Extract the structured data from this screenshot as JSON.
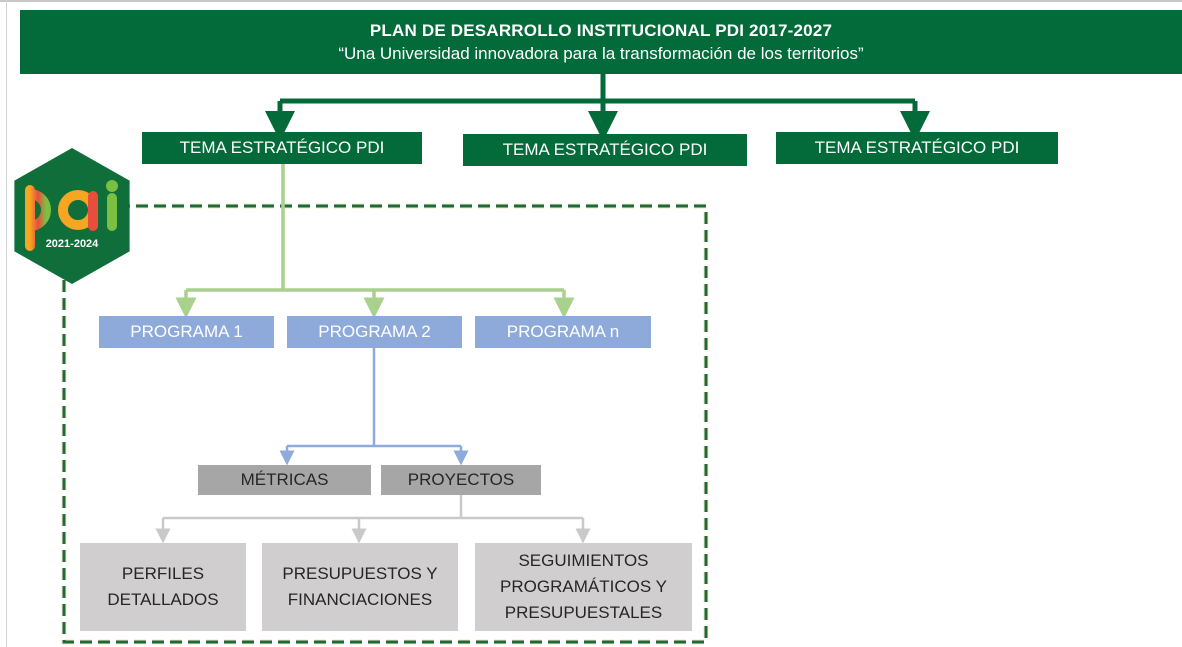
{
  "header": {
    "title": "PLAN DE DESARROLLO INSTITUCIONAL PDI 2017-2027",
    "subtitle": "“Una Universidad innovadora para la transformación de los territorios”"
  },
  "themes": [
    {
      "label": "TEMA ESTRATÉGICO PDI"
    },
    {
      "label": "TEMA ESTRATÉGICO PDI"
    },
    {
      "label": "TEMA ESTRATÉGICO PDI"
    }
  ],
  "badge": {
    "logo_text": "pai",
    "years": "2021-2024"
  },
  "programs": [
    {
      "label": "PROGRAMA 1"
    },
    {
      "label": "PROGRAMA 2"
    },
    {
      "label": "PROGRAMA n"
    }
  ],
  "program2_children": [
    {
      "label": "MÉTRICAS"
    },
    {
      "label": "PROYECTOS"
    }
  ],
  "project_children": [
    {
      "label": "PERFILES\nDETALLADOS"
    },
    {
      "label": "PRESUPUESTOS Y\nFINANCIACIONES"
    },
    {
      "label": "SEGUIMIENTOS\nPROGRAMÁTICOS Y\nPRESUPUESTALES"
    }
  ],
  "colors": {
    "dark_green": "#036b3a",
    "light_green": "#a9d18e",
    "program_blue": "#8eaadb",
    "blue_connector": "#8faadc",
    "gray_box": "#a6a6a6",
    "light_gray_box": "#d0cece",
    "gray_connector": "#c9c9c9",
    "dashed_outline": "#1e6b37"
  }
}
